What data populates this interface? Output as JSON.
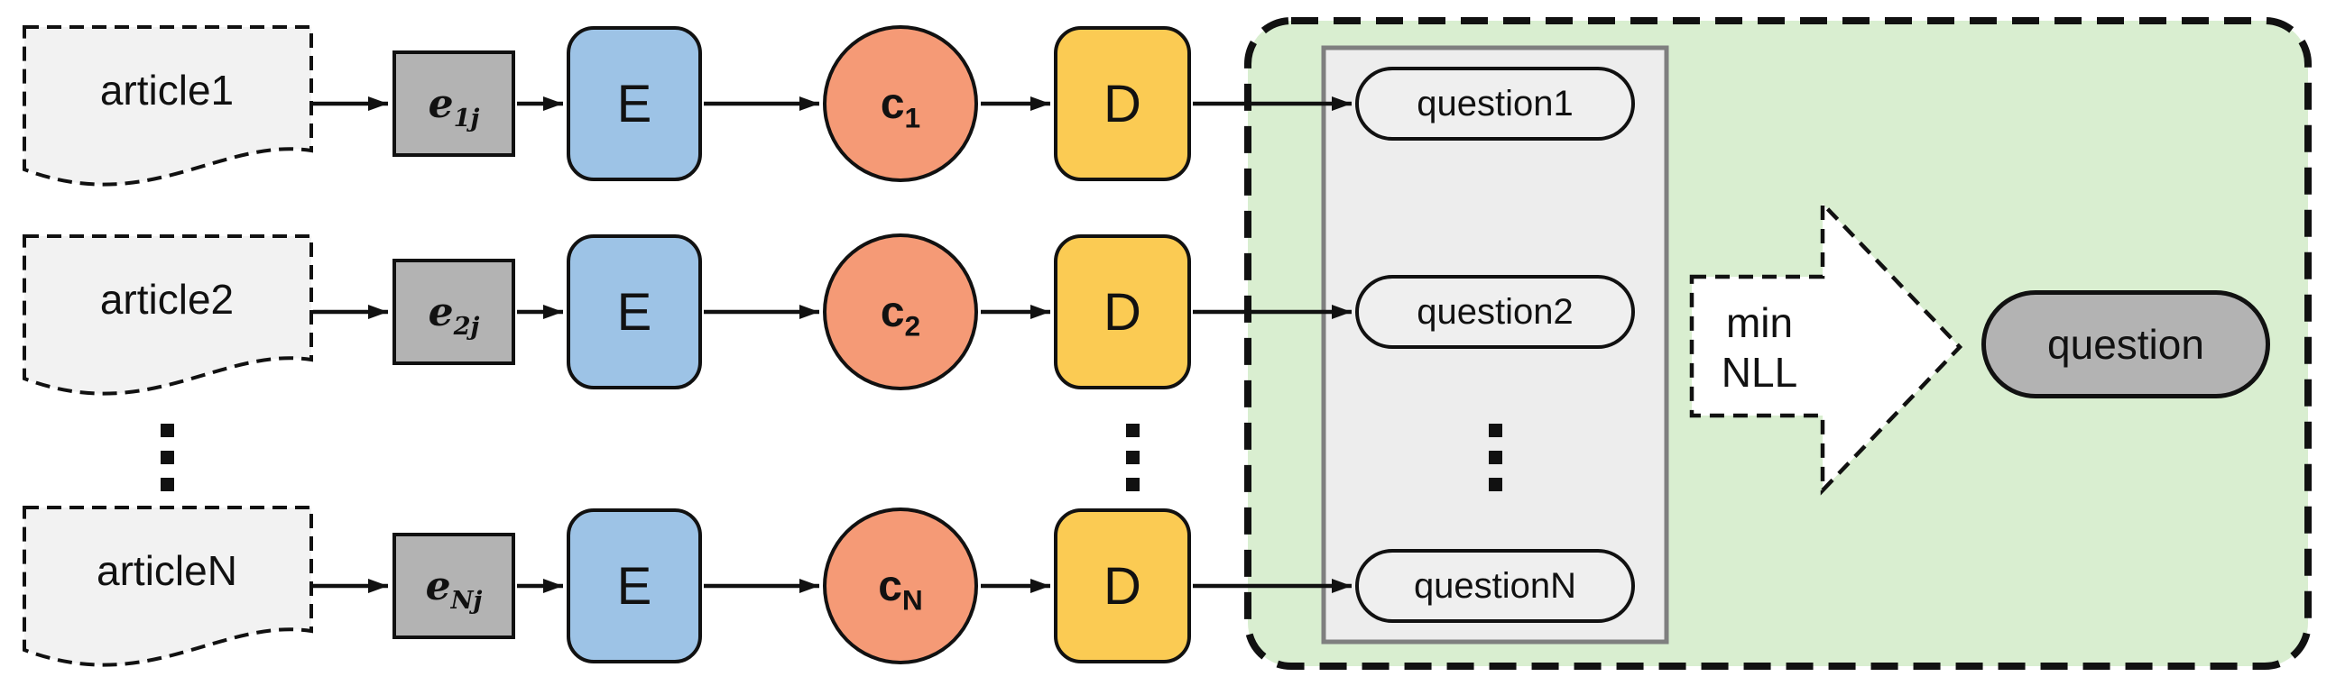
{
  "rows": [
    {
      "article": "article1",
      "embedding_base": "e",
      "embedding_sub": "1j",
      "encoder": "E",
      "context_base": "c",
      "context_sub": "1",
      "decoder": "D",
      "question": "question1"
    },
    {
      "article": "article2",
      "embedding_base": "e",
      "embedding_sub": "2j",
      "encoder": "E",
      "context_base": "c",
      "context_sub": "2",
      "decoder": "D",
      "question": "question2"
    },
    {
      "article": "articleN",
      "embedding_base": "e",
      "embedding_sub": "Nj",
      "encoder": "E",
      "context_base": "c",
      "context_sub": "N",
      "decoder": "D",
      "question": "questionN"
    }
  ],
  "objective": {
    "arrow_line1": "min",
    "arrow_line2": "NLL",
    "output_label": "question"
  },
  "colors": {
    "article_fill": "#F2F2F2",
    "embedding_fill": "#B3B3B3",
    "encoder_fill": "#9DC3E6",
    "context_fill": "#F59A76",
    "decoder_fill": "#FBCB53",
    "objective_region_fill": "#D9EED0",
    "candidate_panel_fill": "#EDEDED",
    "candidate_panel_border": "#7F7F7F",
    "output_pill_fill": "#B3B3B3",
    "line_color": "#111111"
  }
}
